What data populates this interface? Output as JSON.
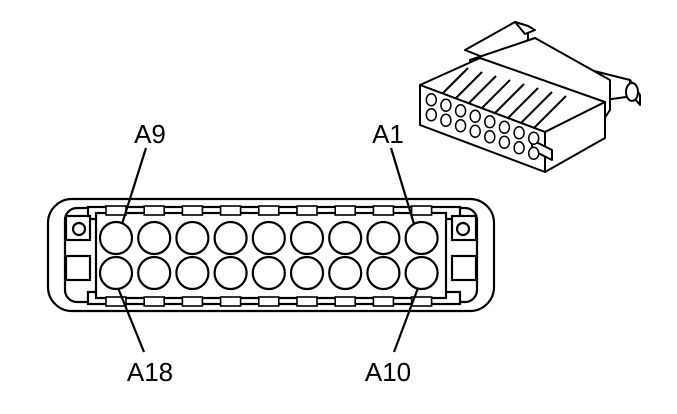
{
  "labels": {
    "top_left": "A9",
    "top_right": "A1",
    "bottom_left": "A18",
    "bottom_right": "A10"
  },
  "pin_count": 18,
  "rows": 2,
  "pins_per_row": 9,
  "colors": {
    "line": "#000000",
    "background": "#ffffff"
  }
}
